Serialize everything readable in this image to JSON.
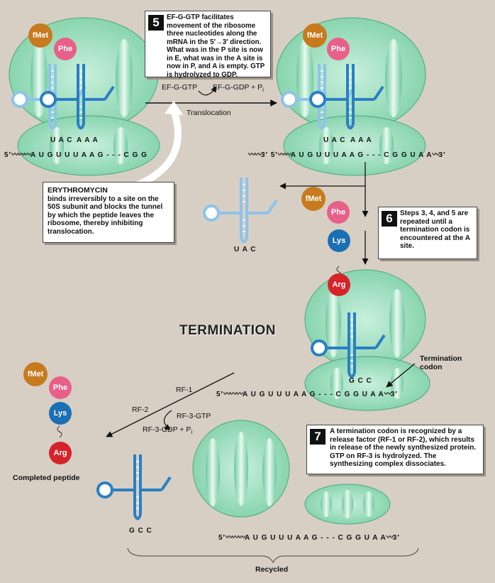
{
  "step5": {
    "number": "5",
    "text": "EF-G-GTP facilitates movement of the ribosome three nucleotides along the mRNA in the 5′→3′ direction. What was in the P site is now in E, what was in the A site is now in P, and A is empty. GTP is hydrolyzed to GDP."
  },
  "step6": {
    "number": "6",
    "text": "Steps 3, 4, and 5 are repeated until a termination codon is encountered at the A site."
  },
  "step7": {
    "number": "7",
    "text": "A termination codon is recognized by a release factor (RF-1 or RF-2), which results in release of the newly synthesized protein. GTP on RF-3 is hydrolyzed. The synthesizing complex dissociates."
  },
  "erythromycin": {
    "title": "ERYTHROMYCIN",
    "text": "binds irreversibly to a site on the 50S subunit and blocks the tunnel by which the peptide leaves the ribosome, thereby inhibiting translocation."
  },
  "translocation": {
    "efg_gtp": "EF-G-GTP",
    "efg_gdp": "EF-G-GDP + P",
    "pi_sub": "i",
    "label": "Translocation"
  },
  "termination_title": "TERMINATION",
  "termination_codon": "Termination codon",
  "release": {
    "rf1": "RF-1",
    "rf2": "RF-2",
    "rf3_gtp": "RF-3-GTP",
    "rf3_gdp": "RF-3-GDP + P",
    "pi_sub": "i"
  },
  "completed_peptide": "Completed peptide",
  "recycled": "Recycled",
  "amino_acids": {
    "fmet": "fMet",
    "phe": "Phe",
    "lys": "Lys",
    "arg": "Arg"
  },
  "anticodons": {
    "uac": "U A C",
    "aaa": "A A A",
    "gcc": "G C C"
  },
  "mrna": {
    "five_prime": "5′",
    "three_prime": "3′",
    "seq1": "A U G  U U U  A A G - - - C G G",
    "seq2": "A U G  U U U  A A G - - - C G G U A A",
    "seq3": "A U G  U U U  A A G - - - C G G U A A",
    "seq4": "A U G  U U U  A A G - - - C G G U A A"
  },
  "colors": {
    "background": "#d7cfc4",
    "ribosome": "#9fdcbd",
    "ribosome_dark": "#5dbf93",
    "trna_blue": "#2a7fc4",
    "trna_light": "#8ec3ea",
    "fmet": "#c77a1e",
    "phe": "#e8608a",
    "lys": "#1a6fb5",
    "arg": "#d6232a"
  }
}
